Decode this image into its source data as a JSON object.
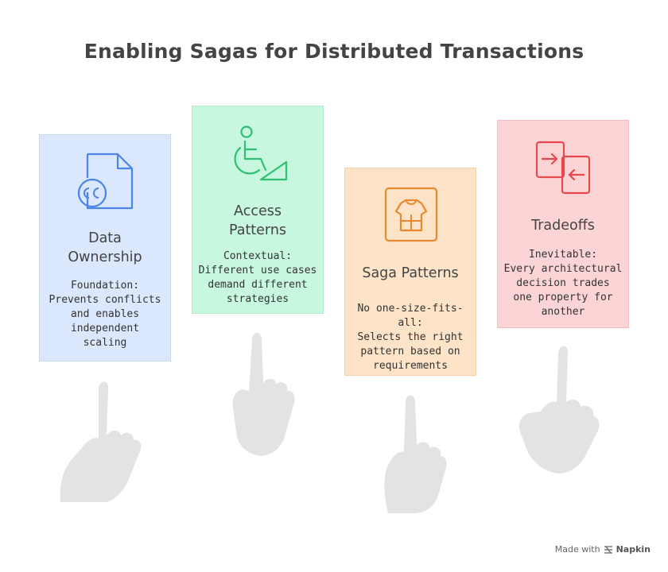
{
  "title": "Enabling Sagas for Distributed Transactions",
  "cards": [
    {
      "heading_lines": [
        "Data",
        "Ownership"
      ],
      "desc_lines": [
        "Foundation:",
        "Prevents conflicts",
        "and enables",
        "independent",
        "scaling"
      ],
      "icon": "document-cc-icon",
      "color": "#dbe7fc",
      "accent": "#4a86e8"
    },
    {
      "heading_lines": [
        "Access",
        "Patterns"
      ],
      "desc_lines": [
        "Contextual:",
        "Different use cases",
        "demand different",
        "strategies"
      ],
      "icon": "accessibility-ramp-icon",
      "color": "#c8f7e0",
      "accent": "#2fbf71"
    },
    {
      "heading_lines": [
        "Saga Patterns"
      ],
      "desc_lines": [
        "No one-size-fits-all:",
        "Selects the right",
        "pattern based on",
        "requirements"
      ],
      "icon": "shirt-pattern-icon",
      "color": "#fde3c7",
      "accent": "#e8892f"
    },
    {
      "heading_lines": [
        "Tradeoffs"
      ],
      "desc_lines": [
        "Inevitable:",
        "Every architectural",
        "decision trades",
        "one property for",
        "another"
      ],
      "icon": "exchange-arrows-icon",
      "color": "#fcd4d6",
      "accent": "#e5484d"
    }
  ],
  "watermark": {
    "prefix": "Made with",
    "brand": "Napkin"
  }
}
